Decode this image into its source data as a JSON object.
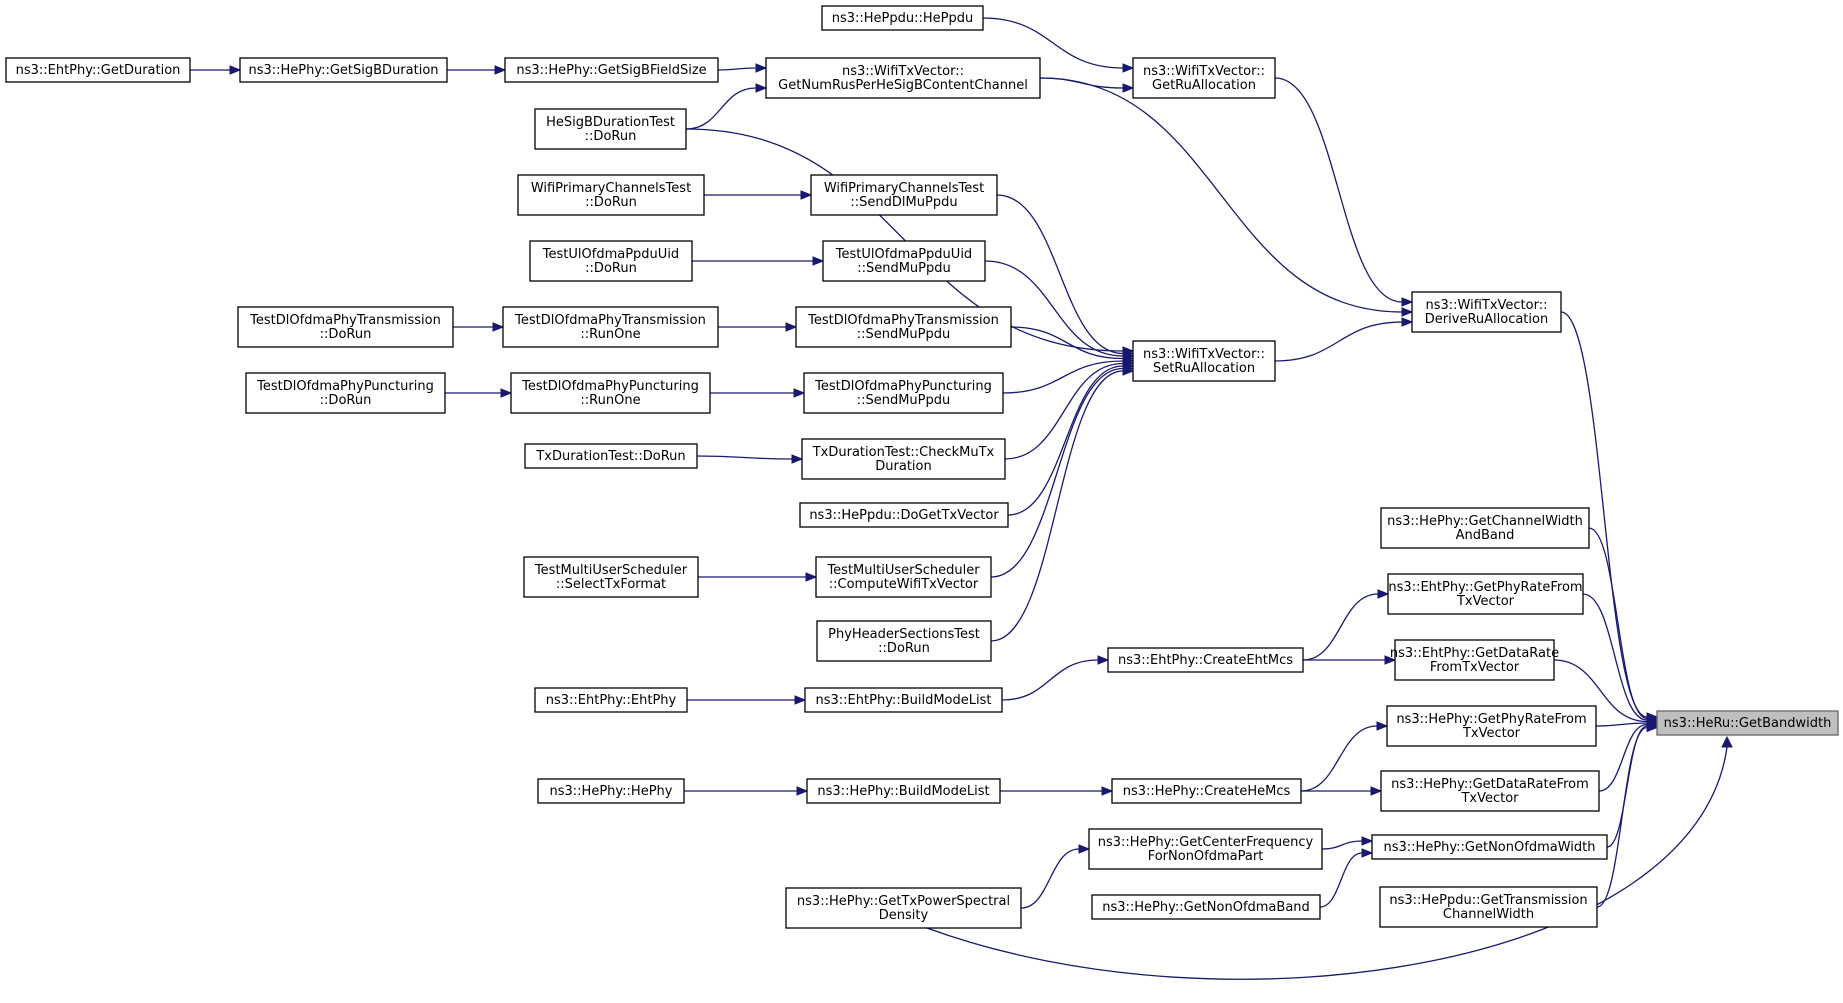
{
  "graph": {
    "edge_color": "#191970",
    "target_fill": "#bfbfbf",
    "nodes": [
      {
        "id": "target",
        "lines": [
          "ns3::HeRu::GetBandwidth"
        ],
        "target": true
      },
      {
        "id": "derive",
        "lines": [
          "ns3::WifiTxVector::",
          "DeriveRuAllocation"
        ]
      },
      {
        "id": "setru",
        "lines": [
          "ns3::WifiTxVector::",
          "SetRuAllocation"
        ]
      },
      {
        "id": "getru",
        "lines": [
          "ns3::WifiTxVector::",
          "GetRuAllocation"
        ]
      },
      {
        "id": "numrus",
        "lines": [
          "ns3::WifiTxVector::",
          "GetNumRusPerHeSigBContentChannel"
        ]
      },
      {
        "id": "heppdu",
        "lines": [
          "ns3::HePpdu::HePpdu"
        ]
      },
      {
        "id": "sigbsize",
        "lines": [
          "ns3::HePhy::GetSigBFieldSize"
        ]
      },
      {
        "id": "sigbdur",
        "lines": [
          "ns3::HePhy::GetSigBDuration"
        ]
      },
      {
        "id": "ehtdur",
        "lines": [
          "ns3::EhtPhy::GetDuration"
        ]
      },
      {
        "id": "hesigbtest",
        "lines": [
          "HeSigBDurationTest",
          "::DoRun"
        ]
      },
      {
        "id": "wpc_send",
        "lines": [
          "WifiPrimaryChannelsTest",
          "::SendDlMuPpdu"
        ]
      },
      {
        "id": "wpc_run",
        "lines": [
          "WifiPrimaryChannelsTest",
          "::DoRun"
        ]
      },
      {
        "id": "ul_send",
        "lines": [
          "TestUlOfdmaPpduUid",
          "::SendMuPpdu"
        ]
      },
      {
        "id": "ul_run",
        "lines": [
          "TestUlOfdmaPpduUid",
          "::DoRun"
        ]
      },
      {
        "id": "dltx_send",
        "lines": [
          "TestDlOfdmaPhyTransmission",
          "::SendMuPpdu"
        ]
      },
      {
        "id": "dltx_one",
        "lines": [
          "TestDlOfdmaPhyTransmission",
          "::RunOne"
        ]
      },
      {
        "id": "dltx_run",
        "lines": [
          "TestDlOfdmaPhyTransmission",
          "::DoRun"
        ]
      },
      {
        "id": "dlp_send",
        "lines": [
          "TestDlOfdmaPhyPuncturing",
          "::SendMuPpdu"
        ]
      },
      {
        "id": "dlp_one",
        "lines": [
          "TestDlOfdmaPhyPuncturing",
          "::RunOne"
        ]
      },
      {
        "id": "dlp_run",
        "lines": [
          "TestDlOfdmaPhyPuncturing",
          "::DoRun"
        ]
      },
      {
        "id": "txd_check",
        "lines": [
          "TxDurationTest::CheckMuTx",
          "Duration"
        ]
      },
      {
        "id": "txd_run",
        "lines": [
          "TxDurationTest::DoRun"
        ]
      },
      {
        "id": "doget",
        "lines": [
          "ns3::HePpdu::DoGetTxVector"
        ]
      },
      {
        "id": "tmus_compute",
        "lines": [
          "TestMultiUserScheduler",
          "::ComputeWifiTxVector"
        ]
      },
      {
        "id": "tmus_select",
        "lines": [
          "TestMultiUserScheduler",
          "::SelectTxFormat"
        ]
      },
      {
        "id": "phs_run",
        "lines": [
          "PhyHeaderSectionsTest",
          "::DoRun"
        ]
      },
      {
        "id": "chwidth",
        "lines": [
          "ns3::HePhy::GetChannelWidth",
          "AndBand"
        ]
      },
      {
        "id": "eht_phyrate",
        "lines": [
          "ns3::EhtPhy::GetPhyRateFrom",
          "TxVector"
        ]
      },
      {
        "id": "eht_createmcs",
        "lines": [
          "ns3::EhtPhy::CreateEhtMcs"
        ]
      },
      {
        "id": "eht_datarate",
        "lines": [
          "ns3::EhtPhy::GetDataRate",
          "FromTxVector"
        ]
      },
      {
        "id": "eht_build",
        "lines": [
          "ns3::EhtPhy::BuildModeList"
        ]
      },
      {
        "id": "eht_ctor",
        "lines": [
          "ns3::EhtPhy::EhtPhy"
        ]
      },
      {
        "id": "he_phyrate",
        "lines": [
          "ns3::HePhy::GetPhyRateFrom",
          "TxVector"
        ]
      },
      {
        "id": "he_createmcs",
        "lines": [
          "ns3::HePhy::CreateHeMcs"
        ]
      },
      {
        "id": "he_datarate",
        "lines": [
          "ns3::HePhy::GetDataRateFrom",
          "TxVector"
        ]
      },
      {
        "id": "he_build",
        "lines": [
          "ns3::HePhy::BuildModeList"
        ]
      },
      {
        "id": "he_ctor",
        "lines": [
          "ns3::HePhy::HePhy"
        ]
      },
      {
        "id": "centerfreq",
        "lines": [
          "ns3::HePhy::GetCenterFrequency",
          "ForNonOfdmaPart"
        ]
      },
      {
        "id": "nonofdmawidth",
        "lines": [
          "ns3::HePhy::GetNonOfdmaWidth"
        ]
      },
      {
        "id": "txpsd",
        "lines": [
          "ns3::HePhy::GetTxPowerSpectral",
          "Density"
        ]
      },
      {
        "id": "nonofdmaband",
        "lines": [
          "ns3::HePhy::GetNonOfdmaBand"
        ]
      },
      {
        "id": "txchwidth",
        "lines": [
          "ns3::HePpdu::GetTransmission",
          "ChannelWidth"
        ]
      }
    ],
    "edges": [
      {
        "from": "derive",
        "to": "target"
      },
      {
        "from": "chwidth",
        "to": "target"
      },
      {
        "from": "eht_phyrate",
        "to": "target"
      },
      {
        "from": "eht_datarate",
        "to": "target"
      },
      {
        "from": "he_phyrate",
        "to": "target"
      },
      {
        "from": "he_datarate",
        "to": "target"
      },
      {
        "from": "nonofdmawidth",
        "to": "target"
      },
      {
        "from": "txchwidth",
        "to": "target"
      },
      {
        "from": "txpsd",
        "to": "target"
      },
      {
        "from": "getru",
        "to": "derive"
      },
      {
        "from": "numrus",
        "to": "derive"
      },
      {
        "from": "setru",
        "to": "derive"
      },
      {
        "from": "heppdu",
        "to": "getru"
      },
      {
        "from": "numrus",
        "to": "getru"
      },
      {
        "from": "sigbsize",
        "to": "numrus"
      },
      {
        "from": "hesigbtest",
        "to": "numrus"
      },
      {
        "from": "sigbdur",
        "to": "sigbsize"
      },
      {
        "from": "ehtdur",
        "to": "sigbdur"
      },
      {
        "from": "hesigbtest",
        "to": "setru"
      },
      {
        "from": "wpc_send",
        "to": "setru"
      },
      {
        "from": "ul_send",
        "to": "setru"
      },
      {
        "from": "dltx_send",
        "to": "setru"
      },
      {
        "from": "dlp_send",
        "to": "setru"
      },
      {
        "from": "txd_check",
        "to": "setru"
      },
      {
        "from": "doget",
        "to": "setru"
      },
      {
        "from": "tmus_compute",
        "to": "setru"
      },
      {
        "from": "phs_run",
        "to": "setru"
      },
      {
        "from": "wpc_run",
        "to": "wpc_send"
      },
      {
        "from": "ul_run",
        "to": "ul_send"
      },
      {
        "from": "dltx_one",
        "to": "dltx_send"
      },
      {
        "from": "dltx_run",
        "to": "dltx_one"
      },
      {
        "from": "dlp_one",
        "to": "dlp_send"
      },
      {
        "from": "dlp_run",
        "to": "dlp_one"
      },
      {
        "from": "txd_run",
        "to": "txd_check"
      },
      {
        "from": "tmus_select",
        "to": "tmus_compute"
      },
      {
        "from": "eht_createmcs",
        "to": "eht_phyrate"
      },
      {
        "from": "eht_createmcs",
        "to": "eht_datarate"
      },
      {
        "from": "eht_build",
        "to": "eht_createmcs"
      },
      {
        "from": "eht_ctor",
        "to": "eht_build"
      },
      {
        "from": "he_createmcs",
        "to": "he_phyrate"
      },
      {
        "from": "he_createmcs",
        "to": "he_datarate"
      },
      {
        "from": "he_build",
        "to": "he_createmcs"
      },
      {
        "from": "he_ctor",
        "to": "he_build"
      },
      {
        "from": "centerfreq",
        "to": "nonofdmawidth"
      },
      {
        "from": "nonofdmaband",
        "to": "nonofdmawidth"
      },
      {
        "from": "txpsd",
        "to": "centerfreq"
      }
    ]
  }
}
